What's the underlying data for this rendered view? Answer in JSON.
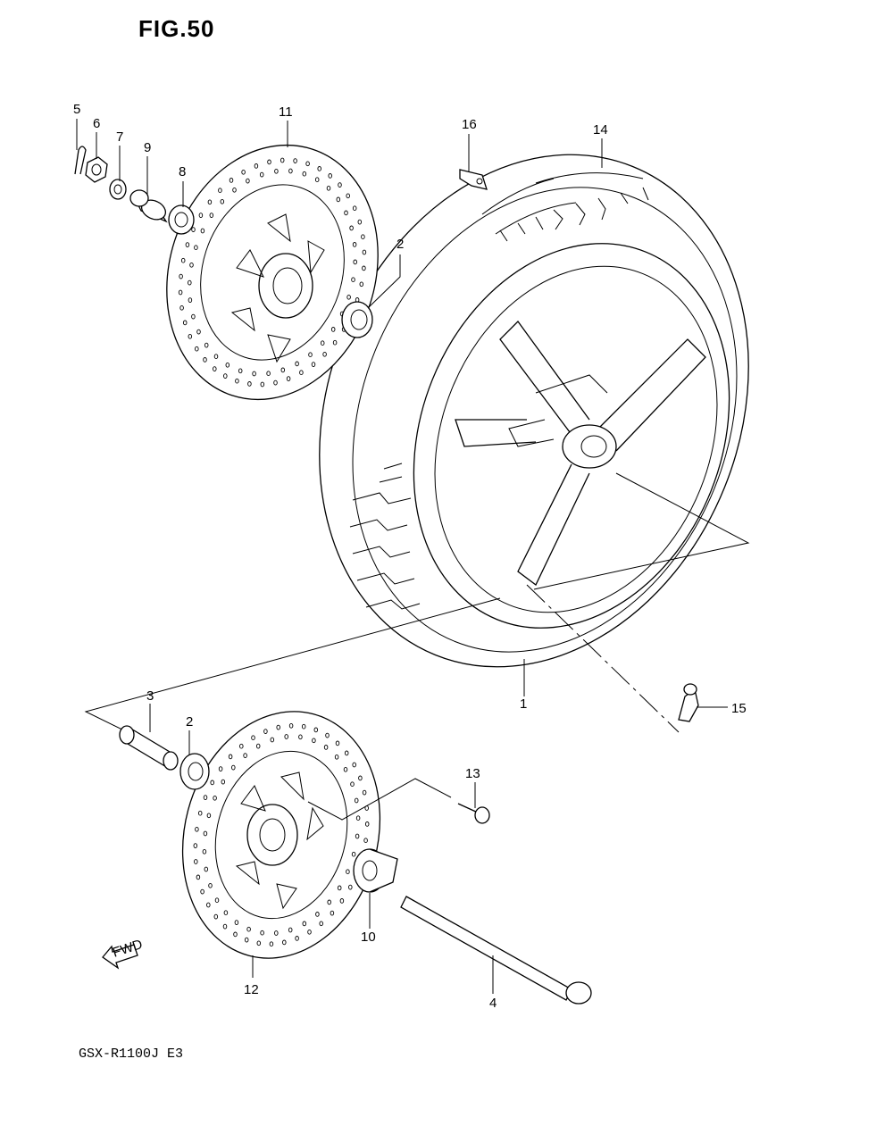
{
  "figure": {
    "title": "FIG.50",
    "model_code": "GSX-R1100J E3",
    "fwd_label": "FWD"
  },
  "parts": [
    {
      "no": "1",
      "part": "front-wheel"
    },
    {
      "no": "2",
      "part": "bearing-left"
    },
    {
      "no": "2",
      "part": "bearing-right"
    },
    {
      "no": "3",
      "part": "spacer"
    },
    {
      "no": "4",
      "part": "axle"
    },
    {
      "no": "5",
      "part": "cotter-pin"
    },
    {
      "no": "6",
      "part": "castle-nut"
    },
    {
      "no": "7",
      "part": "washer"
    },
    {
      "no": "8",
      "part": "collar"
    },
    {
      "no": "9",
      "part": "spacer-collar"
    },
    {
      "no": "10",
      "part": "speedometer-gearbox"
    },
    {
      "no": "11",
      "part": "brake-disc-left"
    },
    {
      "no": "12",
      "part": "brake-disc-right"
    },
    {
      "no": "13",
      "part": "disc-bolt"
    },
    {
      "no": "14",
      "part": "tire"
    },
    {
      "no": "15",
      "part": "air-valve"
    },
    {
      "no": "16",
      "part": "clamp"
    }
  ]
}
